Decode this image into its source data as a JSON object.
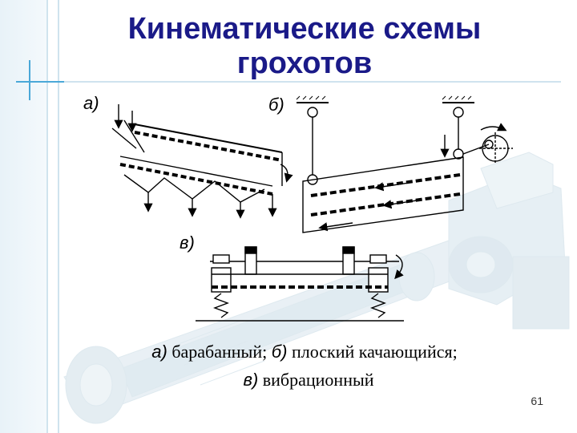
{
  "slide": {
    "title_line1": "Кинематические схемы",
    "title_line2": "грохотов",
    "label_a": "а)",
    "label_b": "б)",
    "label_v": "в)",
    "caption": {
      "a_mark": "а)",
      "a_text": " барабанный; ",
      "b_mark": "б)",
      "b_text": " плоский качающийся;",
      "v_mark": "в)",
      "v_text": " вибрационный"
    },
    "page_number": "61"
  },
  "colors": {
    "title": "#1a1a88",
    "accent_line": "#4aa8d8",
    "background_machine": "#d6e6ee"
  },
  "icons": [
    "drum-screen-diagram",
    "swinging-screen-diagram",
    "vibrating-screen-diagram",
    "machine-background-image"
  ]
}
